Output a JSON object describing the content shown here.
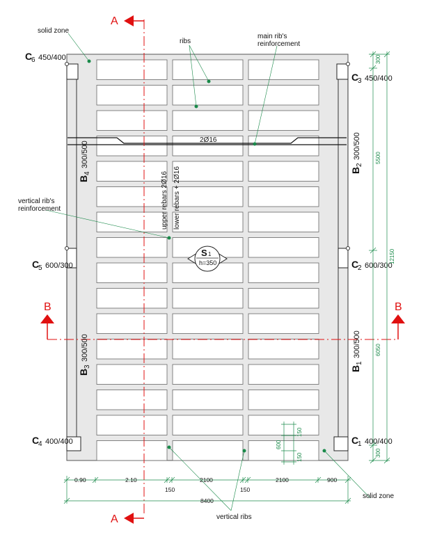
{
  "sections": {
    "a_top": "A",
    "a_bottom": "A",
    "b_left": "B",
    "b_right": "B"
  },
  "annotations": {
    "solid_zone_top": "solid zone",
    "solid_zone_bottom": "solid zone",
    "ribs": "ribs",
    "main_rib_reinf_1": "main  rib's",
    "main_rib_reinf_2": "reinforcement",
    "vertical_rib_reinf_1": "vertical rib's",
    "vertical_rib_reinf_2": "reinforcement",
    "vertical_ribs": "vertical ribs",
    "rebar_main": "2Ø16",
    "upper_rebars": "upper rebars 2Ø16",
    "lower_rebars": "lower rebars + 2Ø16"
  },
  "slab": {
    "name_letter": "S",
    "name_index": "1",
    "height": "h=350"
  },
  "columns": {
    "c6": {
      "letter": "C",
      "index": "6",
      "size": "450/400"
    },
    "c3": {
      "letter": "C",
      "index": "3",
      "size": "450/400"
    },
    "c5": {
      "letter": "C",
      "index": "5",
      "size": "600/300"
    },
    "c2": {
      "letter": "C",
      "index": "2",
      "size": "600/300"
    },
    "c4": {
      "letter": "C",
      "index": "4",
      "size": "400/400"
    },
    "c1": {
      "letter": "C",
      "index": "1",
      "size": "400/400"
    }
  },
  "beams": {
    "b4": {
      "letter": "B",
      "index": "4",
      "size": "300/500"
    },
    "b3": {
      "letter": "B",
      "index": "3",
      "size": "300/500"
    },
    "b2": {
      "letter": "B",
      "index": "2",
      "size": "300/500"
    },
    "b1": {
      "letter": "B",
      "index": "1",
      "size": "300/500"
    }
  },
  "dimensions": {
    "right": {
      "d300_top": "300",
      "d5500": "5500",
      "d12150": "12150",
      "d6050": "6050",
      "d300_bot": "300"
    },
    "inner": {
      "d600": "600",
      "d150_a": "150",
      "d150_b": "150"
    },
    "bottom": {
      "d090": "0.90",
      "d210": "2.10",
      "d2100_a": "2100",
      "d2100_b": "2100",
      "d900": "900",
      "d150_a": "150",
      "d150_b": "150",
      "d8400": "8400"
    }
  },
  "grid": {
    "rows": 16,
    "cols": 3
  },
  "colors": {
    "slab_fill": "#e8e8e8",
    "dim_green": "#1a8a4a",
    "section_red": "#e01010",
    "line_dark": "#222222"
  }
}
